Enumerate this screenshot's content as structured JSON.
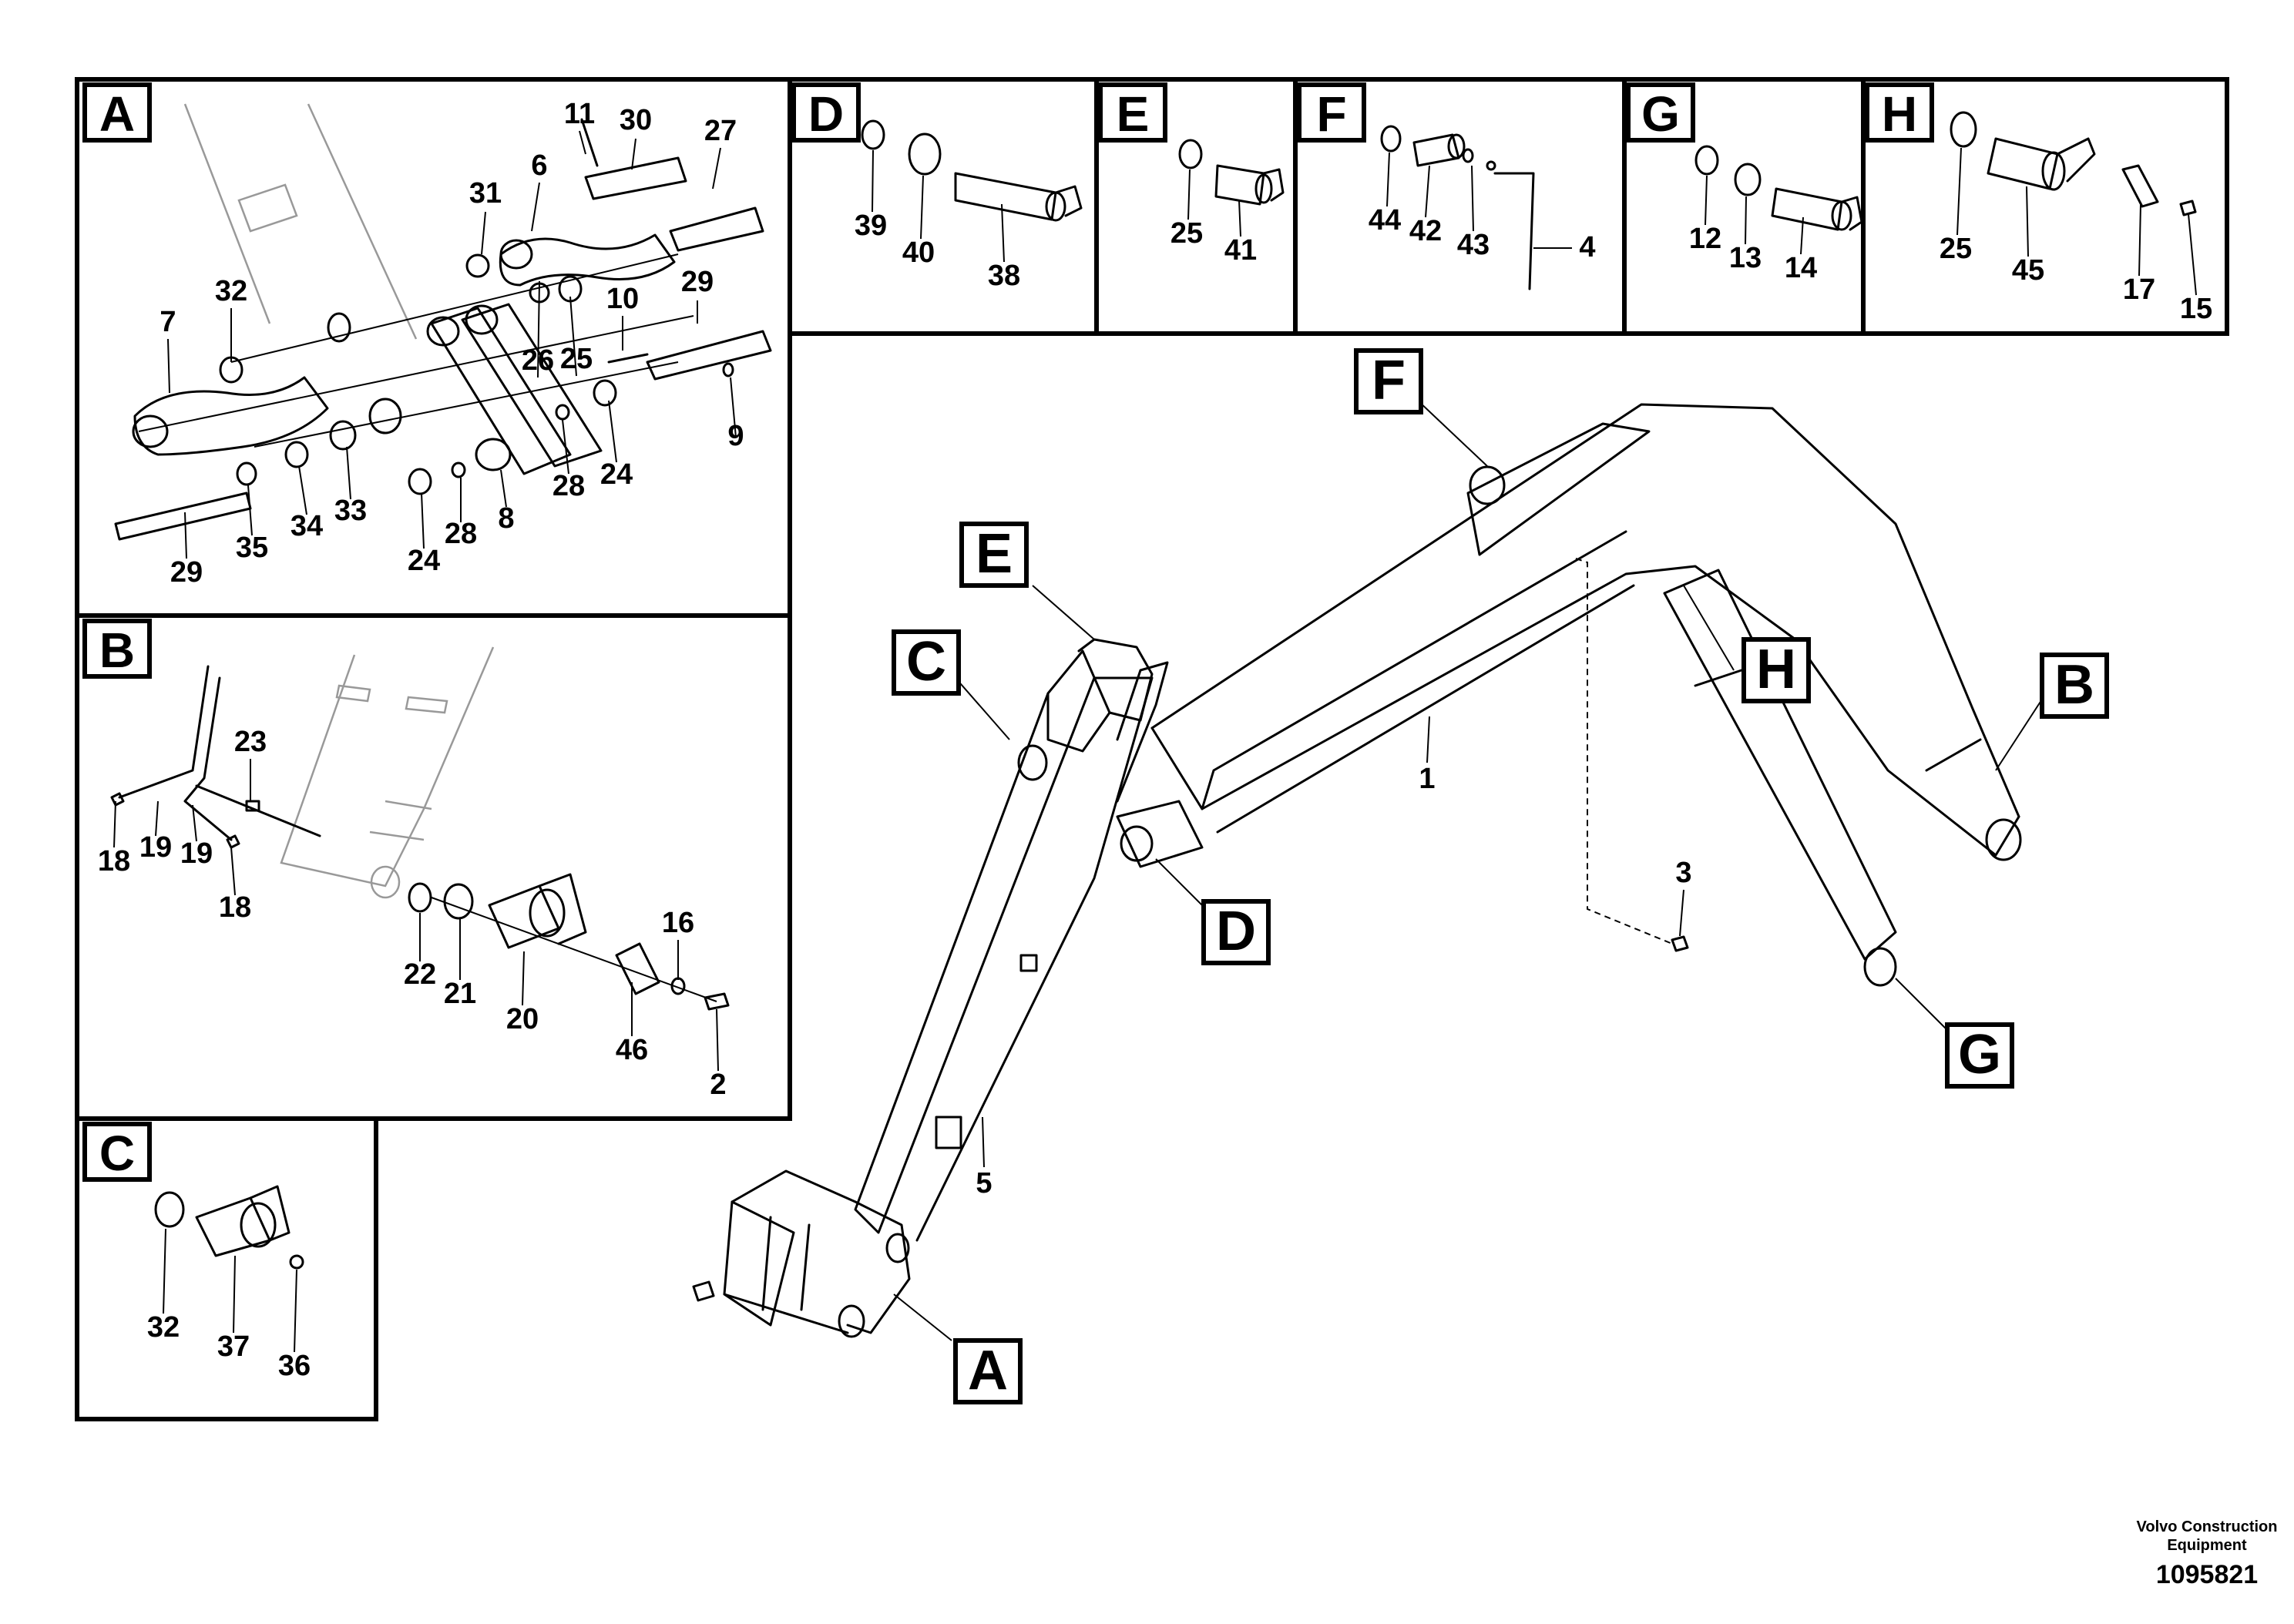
{
  "panels": {
    "A": {
      "letter": "A",
      "labels": [
        "11",
        "30",
        "27",
        "31",
        "6",
        "32",
        "7",
        "29",
        "10",
        "26",
        "25",
        "9",
        "24",
        "28",
        "35",
        "34",
        "33",
        "29",
        "24",
        "28",
        "8"
      ]
    },
    "B": {
      "letter": "B",
      "labels": [
        "23",
        "18",
        "19",
        "19",
        "18",
        "16",
        "22",
        "21",
        "20",
        "46",
        "2"
      ]
    },
    "C": {
      "letter": "C",
      "labels": [
        "32",
        "37",
        "36"
      ]
    },
    "D": {
      "letter": "D",
      "labels": [
        "39",
        "40",
        "38"
      ]
    },
    "E": {
      "letter": "E",
      "labels": [
        "25",
        "41"
      ]
    },
    "F": {
      "letter": "F",
      "labels": [
        "44",
        "42",
        "43",
        "4"
      ]
    },
    "G": {
      "letter": "G",
      "labels": [
        "12",
        "13",
        "14"
      ]
    },
    "H": {
      "letter": "H",
      "labels": [
        "25",
        "45",
        "17",
        "15"
      ]
    }
  },
  "main": {
    "callouts": [
      "F",
      "E",
      "C",
      "H",
      "B",
      "D",
      "G",
      "A"
    ],
    "labels": [
      "1",
      "3",
      "5"
    ]
  },
  "credit": {
    "line1": "Volvo Construction",
    "line2": "Equipment",
    "drawing_id": "1095821"
  }
}
